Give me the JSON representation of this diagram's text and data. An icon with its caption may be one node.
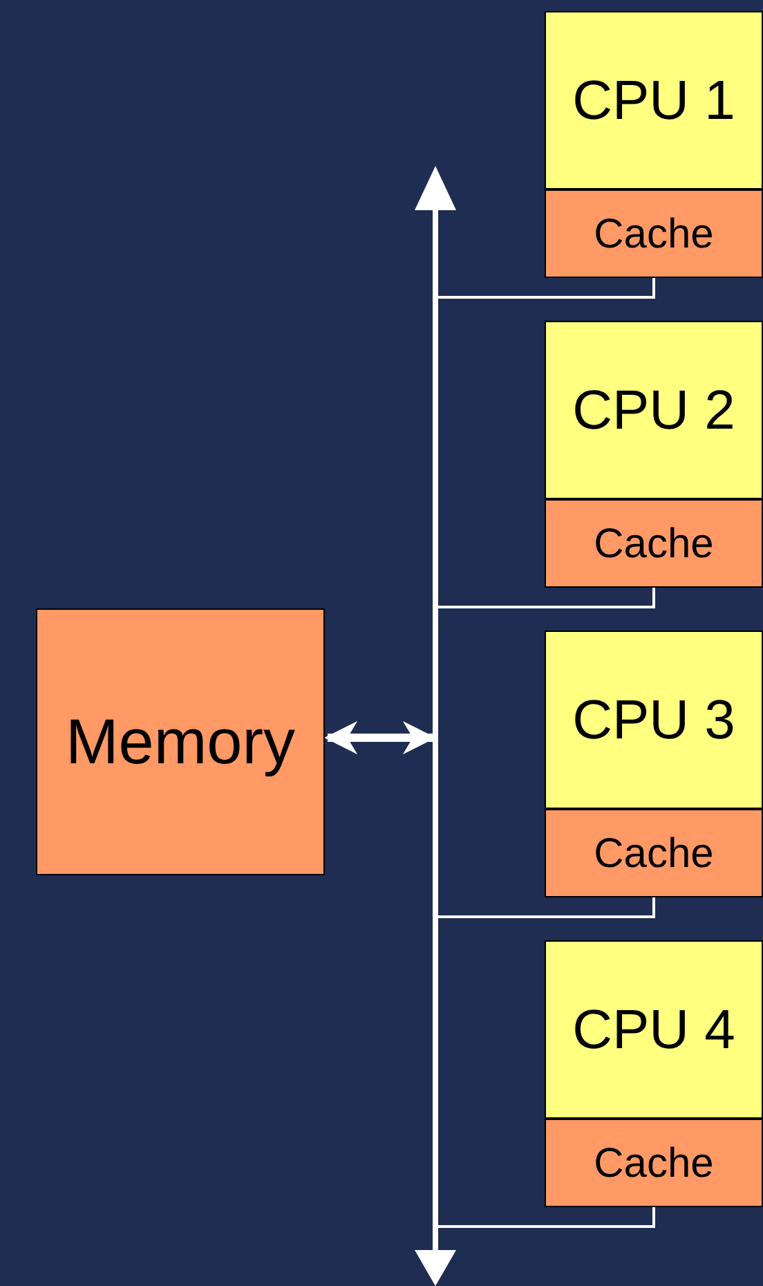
{
  "diagram": {
    "nodes": [
      {
        "text": [
          "Memory"
        ]
      },
      {
        "text": [],
        "shape": "bar"
      },
      {
        "text": [
          "CPU 1"
        ]
      },
      {
        "text": [
          "Cache"
        ]
      },
      {
        "text": [
          "CPU 2"
        ]
      },
      {
        "text": [
          "Cache"
        ]
      },
      {
        "text": [
          "CPU 3"
        ]
      },
      {
        "text": [
          "Cache"
        ]
      },
      {
        "text": [
          "CPU 4"
        ]
      },
      {
        "text": [
          "Cache"
        ]
      }
    ],
    "edges": [
      {
        "from": 0,
        "to": 1,
        "arrow": "both",
        "style": "thick"
      },
      {
        "from": 3,
        "to": 1,
        "arrow": "none"
      },
      {
        "from": 5,
        "to": 1,
        "arrow": "none"
      },
      {
        "from": 7,
        "to": 1,
        "arrow": "none"
      },
      {
        "from": 9,
        "to": 1,
        "arrow": "none"
      }
    ]
  }
}
